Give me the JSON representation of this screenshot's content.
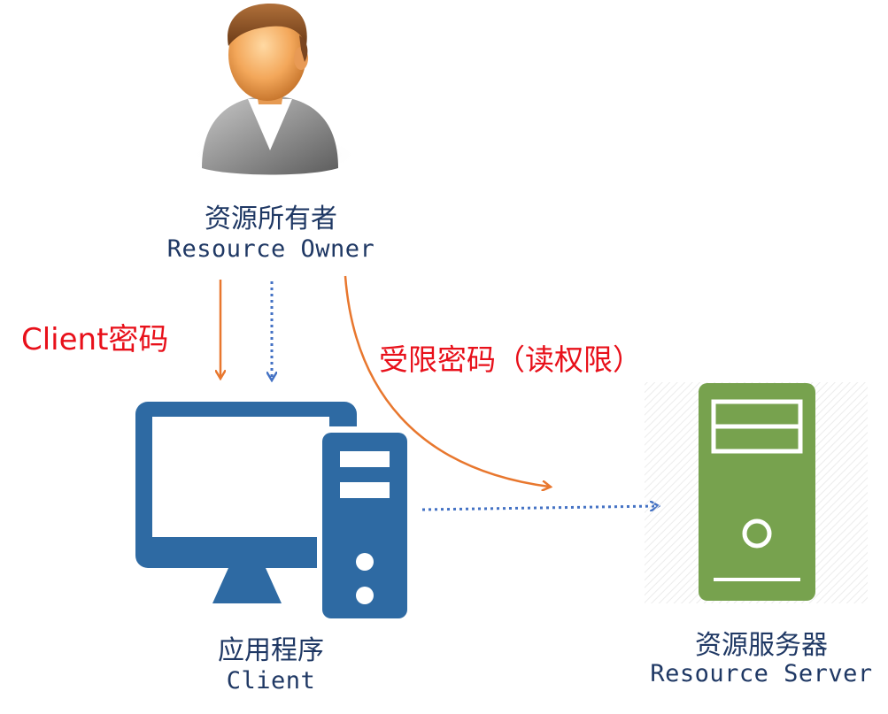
{
  "resource_owner": {
    "title_cn": "资源所有者",
    "title_en": "Resource Owner"
  },
  "client": {
    "title_cn": "应用程序",
    "title_en": "Client"
  },
  "resource_server": {
    "title_cn": "资源服务器",
    "title_en": "Resource Server"
  },
  "labels": {
    "client_password": "Client密码",
    "restricted_password": "受限密码（读权限）"
  },
  "icons": {
    "owner": "user-avatar-icon",
    "client": "desktop-computer-icon",
    "server": "server-tower-icon"
  },
  "colors": {
    "text_dark_blue": "#1f3864",
    "label_red": "#e8101a",
    "arrow_orange": "#e8772e",
    "arrow_blue": "#4472c4",
    "computer_blue": "#2e6aa3",
    "server_green": "#77a24e"
  }
}
